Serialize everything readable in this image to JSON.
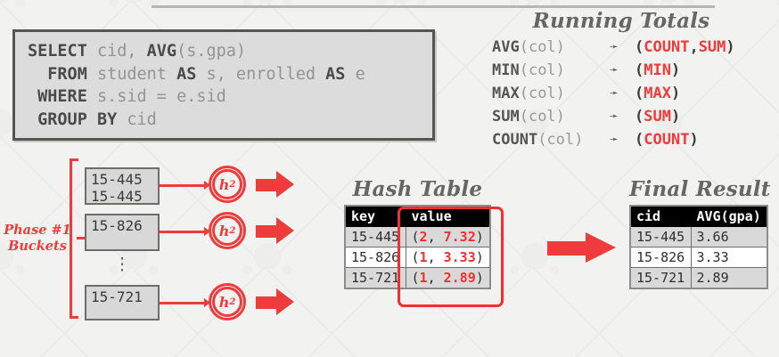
{
  "sql": {
    "lines": [
      [
        {
          "t": "SELECT",
          "kw": true
        },
        {
          "t": " cid, ",
          "kw": false
        },
        {
          "t": "AVG",
          "kw": true
        },
        {
          "t": "(s.gpa)",
          "kw": false
        }
      ],
      [
        {
          "t": "  FROM",
          "kw": true
        },
        {
          "t": " student ",
          "kw": false
        },
        {
          "t": "AS",
          "kw": true
        },
        {
          "t": " s, enrolled ",
          "kw": false
        },
        {
          "t": "AS",
          "kw": true
        },
        {
          "t": " e",
          "kw": false
        }
      ],
      [
        {
          "t": " WHERE",
          "kw": true
        },
        {
          "t": " s.sid = e.sid",
          "kw": false
        }
      ],
      [
        {
          "t": " GROUP BY",
          "kw": true
        },
        {
          "t": " cid",
          "kw": false
        }
      ]
    ],
    "text": "SELECT cid, AVG(s.gpa)\n  FROM student AS s, enrolled AS e\n WHERE s.sid = e.sid\n GROUP BY cid"
  },
  "running_totals": {
    "title": "Running Totals",
    "arrow_glyph": "➛",
    "rows": [
      {
        "fn_name": "AVG",
        "fn_arg": "(col)",
        "out_prefix": "(",
        "out_parts": [
          "COUNT",
          ",",
          "SUM"
        ],
        "out_suffix": ")",
        "out_text": "(COUNT,SUM)"
      },
      {
        "fn_name": "MIN",
        "fn_arg": "(col)",
        "out_prefix": "(",
        "out_parts": [
          "MIN"
        ],
        "out_suffix": ")",
        "out_text": "(MIN)"
      },
      {
        "fn_name": "MAX",
        "fn_arg": "(col)",
        "out_prefix": "(",
        "out_parts": [
          "MAX"
        ],
        "out_suffix": ")",
        "out_text": "(MAX)"
      },
      {
        "fn_name": "SUM",
        "fn_arg": "(col)",
        "out_prefix": "(",
        "out_parts": [
          "SUM"
        ],
        "out_suffix": ")",
        "out_text": "(SUM)"
      },
      {
        "fn_name": "COUNT",
        "fn_arg": "(col)",
        "out_prefix": "(",
        "out_parts": [
          "COUNT"
        ],
        "out_suffix": ")",
        "out_text": "(COUNT)"
      }
    ]
  },
  "phase": {
    "label_line1": "Phase #1",
    "label_line2": "Buckets",
    "buckets": [
      {
        "lines": "15-445\n15-445"
      },
      {
        "lines": "15-826"
      },
      {
        "lines": "15-721"
      }
    ],
    "ellipsis": "⋮",
    "hash_fn_label": "h",
    "hash_fn_sub": "2"
  },
  "hash_table": {
    "title": "Hash Table",
    "headers": [
      "key",
      "value"
    ],
    "rows": [
      {
        "key": "15-445",
        "count": "2",
        "sum": "7.32"
      },
      {
        "key": "15-826",
        "count": "1",
        "sum": "3.33"
      },
      {
        "key": "15-721",
        "count": "1",
        "sum": "2.89"
      }
    ]
  },
  "final_result": {
    "title": "Final Result",
    "headers": [
      "cid",
      "AVG(gpa)"
    ],
    "rows": [
      {
        "cid": "15-445",
        "avg": "3.66"
      },
      {
        "cid": "15-826",
        "avg": "3.33"
      },
      {
        "cid": "15-721",
        "avg": "2.89"
      }
    ]
  },
  "colors": {
    "accent_red": "#ee3c3c",
    "value_red": "#ee3131",
    "title_gray": "#666665",
    "page_bg": "#f2f2f1",
    "box_bg": "#dcdcdc"
  }
}
